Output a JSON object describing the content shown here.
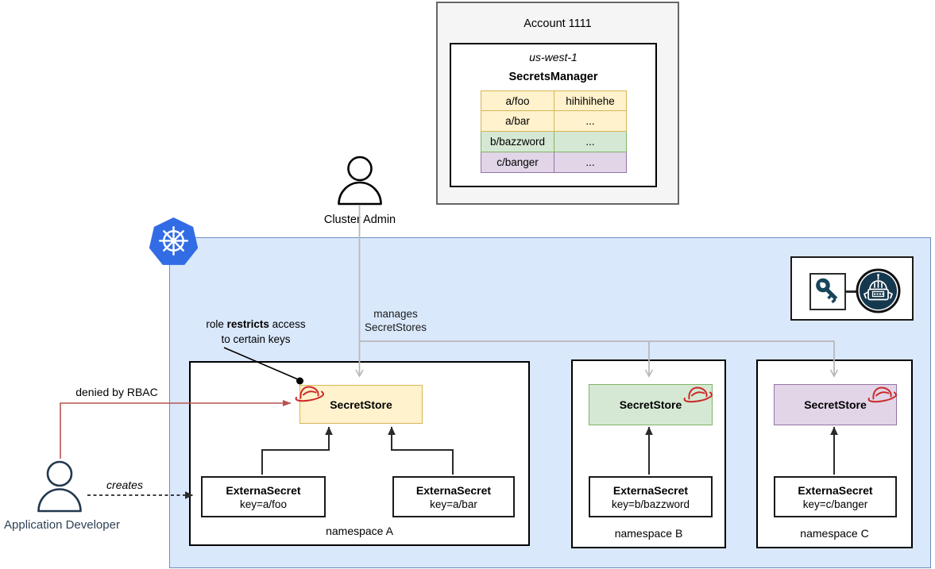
{
  "account": {
    "title": "Account 1111",
    "region": "us-west-1",
    "service": "SecretsManager",
    "secrets": [
      {
        "key": "a/foo",
        "value": "hihihihehe",
        "color": "#FFF2CC"
      },
      {
        "key": "a/bar",
        "value": "...",
        "color": "#FFF2CC"
      },
      {
        "key": "b/bazzword",
        "value": "...",
        "color": "#D5E8D4"
      },
      {
        "key": "c/banger",
        "value": "...",
        "color": "#E1D5E7"
      }
    ]
  },
  "actors": {
    "cluster_admin": "Cluster Admin",
    "app_developer": "Application Developer"
  },
  "annotations": {
    "manages_line1": "manages",
    "manages_line2": "SecretStores",
    "role_pre": "role ",
    "role_bold": "restricts",
    "role_post": " access",
    "role_line2": "to certain keys",
    "denied": "denied by RBAC",
    "creates": "creates"
  },
  "cluster": {
    "namespaces": [
      {
        "label": "namespace A",
        "secret_store": {
          "label": "SecretStore",
          "fill": "#FFF2CC",
          "border": "#D6B656"
        },
        "external_secrets": [
          {
            "title": "ExternaSecret",
            "key": "key=a/foo"
          },
          {
            "title": "ExternaSecret",
            "key": "key=a/bar"
          }
        ]
      },
      {
        "label": "namespace B",
        "secret_store": {
          "label": "SecretStore",
          "fill": "#D5E8D4",
          "border": "#82B366"
        },
        "external_secrets": [
          {
            "title": "ExternaSecret",
            "key": "key=b/bazzword"
          }
        ]
      },
      {
        "label": "namespace C",
        "secret_store": {
          "label": "SecretStore",
          "fill": "#E1D5E7",
          "border": "#9673A6"
        },
        "external_secrets": [
          {
            "title": "ExternaSecret",
            "key": "key=c/banger"
          }
        ]
      }
    ]
  },
  "icons": [
    "kubernetes-logo",
    "person-icon",
    "key-icon",
    "robot-operator-icon",
    "red-hat-icon"
  ],
  "colors": {
    "cluster_fill": "#DAE8FC",
    "cluster_border": "#6C8EBF",
    "account_fill": "#F5F5F5",
    "account_border": "#666666",
    "yellow_fill": "#FFF2CC",
    "yellow_border": "#D6B656",
    "green_fill": "#D5E8D4",
    "green_border": "#82B366",
    "purple_fill": "#E1D5E7",
    "purple_border": "#9673A6",
    "red_arrow": "#B85450",
    "gray_arrow": "#B9B9B9",
    "navy": "#17455C",
    "k8s_blue": "#326CE5"
  }
}
